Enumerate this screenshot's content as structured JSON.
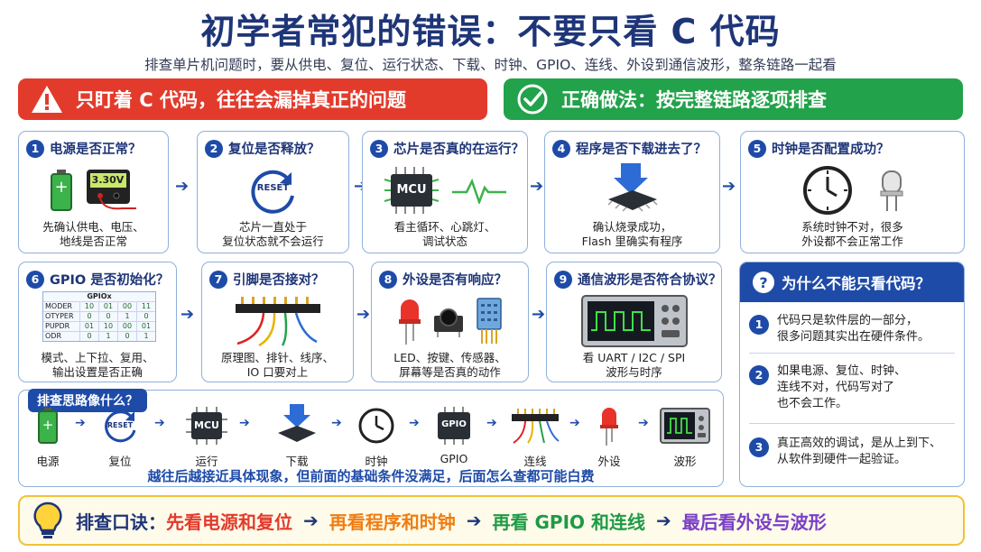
{
  "title": "初学者常犯的错误：不要只看 C 代码",
  "subtitle": "排查单片机问题时，要从供电、复位、运行状态、下载、时钟、GPIO、连线、外设到通信波形，整条链路一起看",
  "banner_left": "只盯着 C 代码，往往会漏掉真正的问题",
  "banner_right": "正确做法：按完整链路逐项排查",
  "cards": [
    {
      "num": "1",
      "title": "电源是否正常？",
      "meter": "3.30V",
      "desc": [
        "先确认供电、电压、",
        "地线是否正常"
      ]
    },
    {
      "num": "2",
      "title": "复位是否释放？",
      "reset": "RESET",
      "desc": [
        "芯片一直处于",
        "复位状态就不会运行"
      ]
    },
    {
      "num": "3",
      "title": "芯片是否真的在运行？",
      "chip": "MCU",
      "desc": [
        "看主循环、心跳灯、",
        "调试状态"
      ]
    },
    {
      "num": "4",
      "title": "程序是否下载进去了？",
      "desc": [
        "确认烧录成功，",
        "Flash 里确实有程序"
      ]
    },
    {
      "num": "5",
      "title": "时钟是否配置成功？",
      "desc": [
        "系统时钟不对，很多",
        "外设都不会正常工作"
      ]
    },
    {
      "num": "6",
      "title": "GPIO 是否初始化？",
      "desc": [
        "模式、上下拉、复用、",
        "输出设置是否正确"
      ]
    },
    {
      "num": "7",
      "title": "引脚是否接对？",
      "desc": [
        "原理图、排针、线序、",
        "IO 口要对上"
      ]
    },
    {
      "num": "8",
      "title": "外设是否有响应？",
      "desc": [
        "LED、按键、传感器、",
        "屏幕等是否真的动作"
      ]
    },
    {
      "num": "9",
      "title": "通信波形是否符合协议？",
      "desc": [
        "看 UART / I2C / SPI",
        "波形与时序"
      ]
    }
  ],
  "gpio_table": {
    "header": "GPIOx",
    "rows": [
      {
        "name": "MODER",
        "cells": [
          "10",
          "01",
          "00",
          "11"
        ]
      },
      {
        "name": "OTYPER",
        "cells": [
          "0",
          "0",
          "1",
          "0"
        ]
      },
      {
        "name": "PUPDR",
        "cells": [
          "01",
          "10",
          "00",
          "01"
        ]
      },
      {
        "name": "ODR",
        "cells": [
          "0",
          "1",
          "0",
          "1"
        ]
      }
    ]
  },
  "side": {
    "title": "为什么不能只看代码？",
    "items": [
      {
        "num": "1",
        "lines": [
          "代码只是软件层的一部分，",
          "很多问题其实出在硬件条件。"
        ]
      },
      {
        "num": "2",
        "lines": [
          "如果电源、复位、时钟、",
          "连线不对，代码写对了",
          "也不会工作。"
        ]
      },
      {
        "num": "3",
        "lines": [
          "真正高效的调试，是从上到下、",
          "从软件到硬件一起验证。"
        ]
      }
    ]
  },
  "flow": {
    "tag": "排查思路像什么？",
    "items": [
      "电源",
      "复位",
      "运行",
      "下载",
      "时钟",
      "GPIO",
      "连线",
      "外设",
      "波形"
    ],
    "chip_mcu": "MCU",
    "chip_gpio": "GPIO",
    "reset": "RESET",
    "note": "越往后越接近具体现象，但前面的基础条件没满足，后面怎么查都可能白费"
  },
  "tip": {
    "label": "排查口诀：",
    "steps": [
      {
        "text": "先看电源和复位",
        "color": "#e23b2c"
      },
      {
        "text": "再看程序和时钟",
        "color": "#ef7d12"
      },
      {
        "text": "再看 GPIO 和连线",
        "color": "#1e9a45"
      },
      {
        "text": "最后看外设与波形",
        "color": "#7a3fc7"
      }
    ]
  },
  "colors": {
    "navy": "#1e3578",
    "blue": "#1e4ba8",
    "red": "#e23b2c",
    "green": "#22a24a"
  }
}
